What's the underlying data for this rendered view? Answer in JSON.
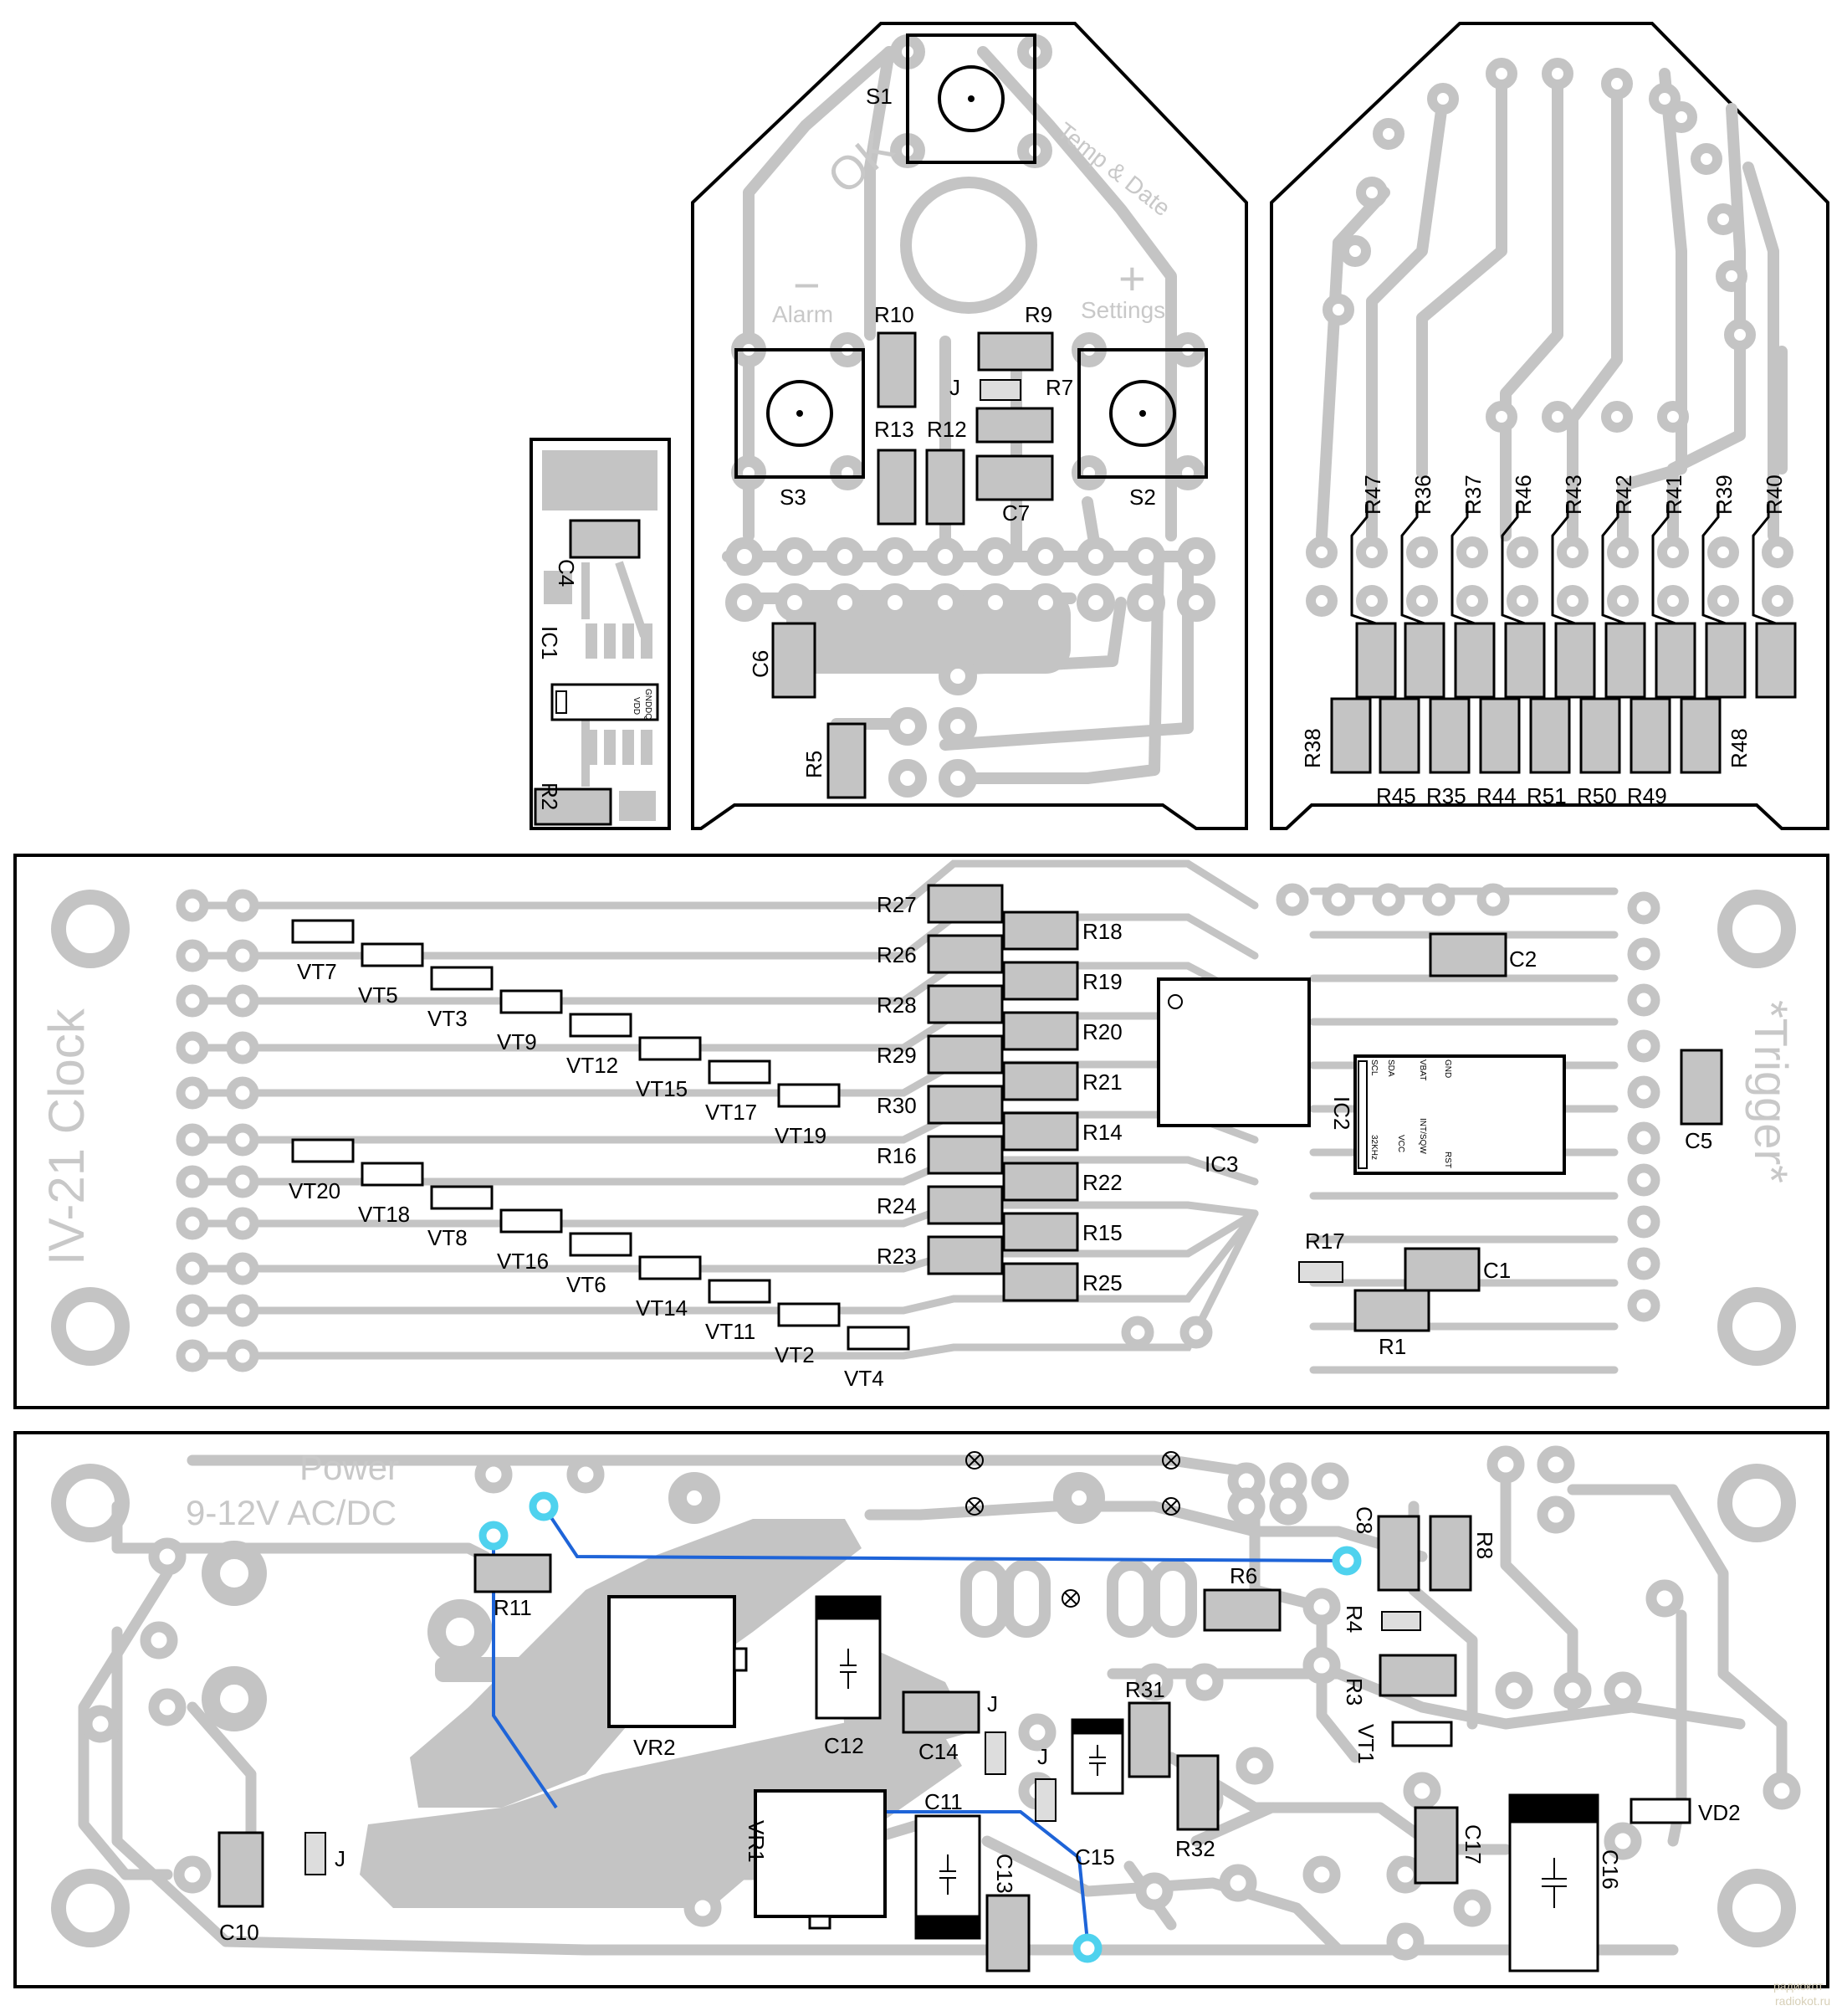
{
  "boards": {
    "buttons": {
      "silk_ok": "OK",
      "silk_temp_date": "Temp & Date",
      "silk_minus": "−",
      "silk_alarm": "Alarm",
      "silk_plus": "+",
      "silk_settings": "Settings",
      "refs": [
        "S1",
        "S2",
        "S3",
        "R10",
        "R9",
        "J",
        "R7",
        "R13",
        "R12",
        "C7",
        "C6",
        "R5"
      ]
    },
    "sensor": {
      "refs": [
        "C4",
        "IC1",
        "R2"
      ],
      "pin_text": [
        "GND",
        "DQ",
        "VDD"
      ]
    },
    "resistor_board": {
      "top_refs": [
        "R47",
        "R36",
        "R37",
        "R46",
        "R43",
        "R42",
        "R41",
        "R39",
        "R40"
      ],
      "bottom_refs": [
        "R38",
        "R45",
        "R35",
        "R44",
        "R51",
        "R50",
        "R49",
        "R48"
      ]
    },
    "main": {
      "title": "IV-21 Clock",
      "trigger": "*Trigger*",
      "left_res": [
        "R27",
        "R26",
        "R28",
        "R29",
        "R30",
        "R16",
        "R24",
        "R23"
      ],
      "right_res": [
        "R18",
        "R19",
        "R20",
        "R21",
        "R14",
        "R22",
        "R15",
        "R25"
      ],
      "transistors_top": [
        "VT7",
        "VT5",
        "VT3",
        "VT9",
        "VT12",
        "VT15",
        "VT17",
        "VT19"
      ],
      "transistors_bottom": [
        "VT20",
        "VT18",
        "VT8",
        "VT16",
        "VT6",
        "VT14",
        "VT11",
        "VT2",
        "VT4"
      ],
      "ic3": "IC3",
      "ic2": "IC2",
      "ic2_pins_top": [
        "SCL",
        "SDA",
        "VBAT",
        "GND"
      ],
      "ic2_pins_bottom": [
        "32KHz",
        "VCC",
        "INT/SQW",
        "RST"
      ],
      "refs": [
        "C2",
        "C5",
        "R17",
        "C1",
        "R1"
      ]
    },
    "power": {
      "title": "Power",
      "subtitle": "9-12V AC/DC",
      "refs": [
        "R11",
        "VR2",
        "C12",
        "C14",
        "J",
        "J",
        "R31",
        "VR1",
        "C11",
        "C13",
        "C15",
        "R32",
        "R6",
        "C8",
        "R8",
        "R4",
        "R3",
        "VT1",
        "C17",
        "C16",
        "VD2",
        "C10",
        "J"
      ]
    }
  },
  "watermark": {
    "line1": "радиокот",
    "line2": "radiokot.ru"
  },
  "colors": {
    "trace": "#c4c4c4",
    "outline": "#000000",
    "jumper": "#1e64d8",
    "via": "#4fd2ee",
    "silk_gray": "#c8c8c8"
  }
}
